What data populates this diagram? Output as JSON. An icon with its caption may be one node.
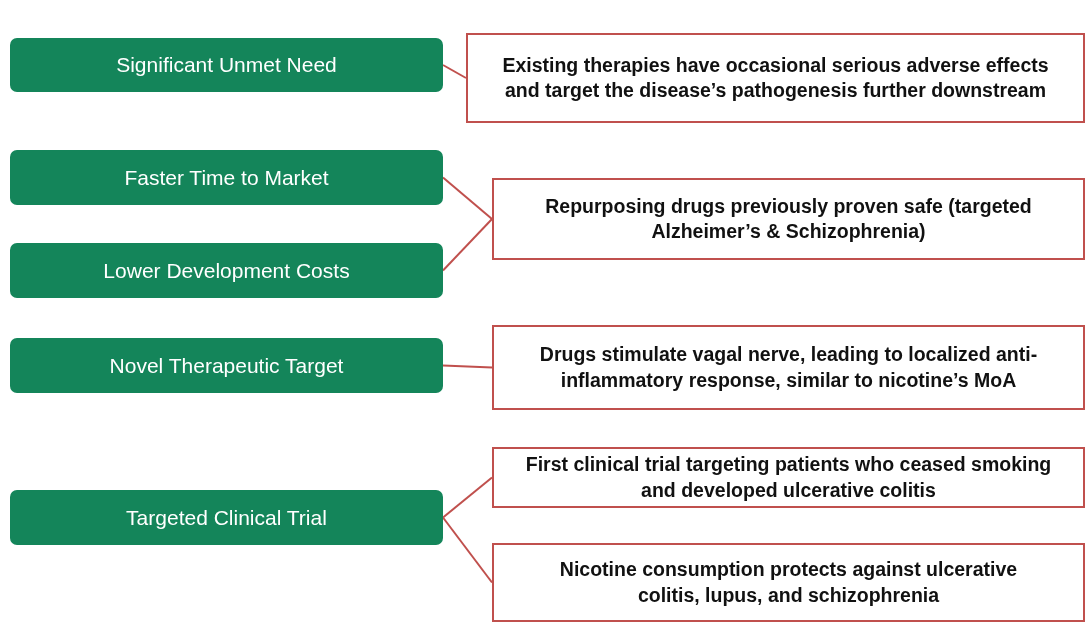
{
  "diagram": {
    "nodes": [
      {
        "text": [
          "Significant Unmet Need"
        ]
      },
      {
        "text": [
          "Existing therapies have occasional serious adverse effects and target the disease’s pathogenesis further downstream"
        ]
      },
      {
        "text": [
          "Faster Time to Market"
        ]
      },
      {
        "text": [
          "Lower Development Costs"
        ]
      },
      {
        "text": [
          "Repurposing drugs previously proven safe (targeted Alzheimer’s & Schizophrenia)"
        ]
      },
      {
        "text": [
          "Novel Therapeutic Target"
        ]
      },
      {
        "text": [
          "Drugs stimulate vagal nerve, leading to localized anti-inflammatory response, similar to nicotine’s MoA"
        ]
      },
      {
        "text": [
          "Targeted Clinical Trial"
        ]
      },
      {
        "text": [
          "First clinical trial targeting patients who ceased smoking and developed ulcerative colitis"
        ]
      },
      {
        "text": [
          "Nicotine consumption protects against ulcerative colitis, lupus, and schizophrenia"
        ]
      }
    ],
    "edges": [
      {
        "from": 0,
        "to": 1,
        "arrow": "none"
      },
      {
        "from": 2,
        "to": 4,
        "arrow": "none"
      },
      {
        "from": 3,
        "to": 4,
        "arrow": "none"
      },
      {
        "from": 5,
        "to": 6,
        "arrow": "none"
      },
      {
        "from": 7,
        "to": 8,
        "arrow": "none"
      },
      {
        "from": 7,
        "to": 9,
        "arrow": "none"
      }
    ]
  }
}
